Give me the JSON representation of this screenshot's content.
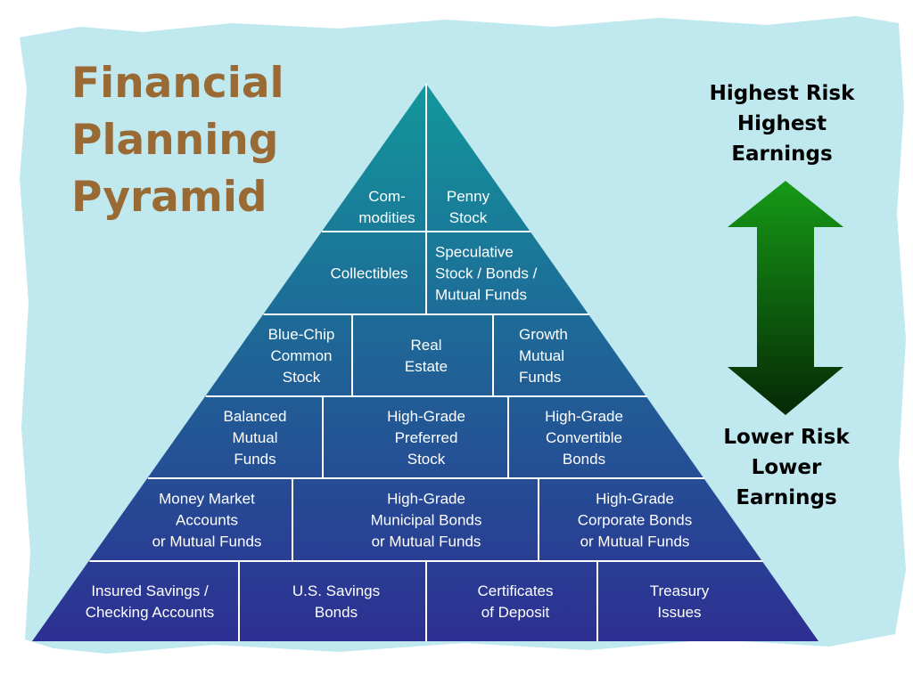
{
  "title": {
    "line1": "Financial",
    "line2": "Planning",
    "line3": "Pyramid"
  },
  "top_label": {
    "line1": "Highest Risk",
    "line2": "Highest",
    "line3": "Earnings"
  },
  "bottom_label": {
    "line1": "Lower Risk",
    "line2": "Lower",
    "line3": "Earnings"
  },
  "colors": {
    "backdrop": "#bfe9ef",
    "title": "#9a6a35",
    "pyramid_top": "#12979b",
    "pyramid_bottom": "#2d2f92",
    "arrow_top": "#169a16",
    "arrow_bottom": "#062806",
    "divider": "#ffffff"
  },
  "pyramid": {
    "tiers": [
      {
        "cells": [
          {
            "name": "commodities",
            "lines": [
              "Com-",
              "modities"
            ]
          },
          {
            "name": "penny-stock",
            "lines": [
              "Penny",
              "Stock"
            ]
          }
        ]
      },
      {
        "cells": [
          {
            "name": "collectibles",
            "lines": [
              "Collectibles"
            ]
          },
          {
            "name": "speculative-stock",
            "lines": [
              "Speculative",
              "Stock / Bonds /",
              "Mutual Funds"
            ]
          }
        ]
      },
      {
        "cells": [
          {
            "name": "blue-chip-common-stock",
            "lines": [
              "Blue-Chip",
              "Common",
              "Stock"
            ]
          },
          {
            "name": "real-estate",
            "lines": [
              "Real",
              "Estate"
            ]
          },
          {
            "name": "growth-mutual-funds",
            "lines": [
              "Growth",
              "Mutual",
              "Funds"
            ]
          }
        ]
      },
      {
        "cells": [
          {
            "name": "balanced-mutual-funds",
            "lines": [
              "Balanced",
              "Mutual",
              "Funds"
            ]
          },
          {
            "name": "high-grade-preferred-stock",
            "lines": [
              "High-Grade",
              "Preferred",
              "Stock"
            ]
          },
          {
            "name": "high-grade-convertible-bonds",
            "lines": [
              "High-Grade",
              "Convertible",
              "Bonds"
            ]
          }
        ]
      },
      {
        "cells": [
          {
            "name": "money-market-accounts",
            "lines": [
              "Money Market",
              "Accounts",
              "or Mutual Funds"
            ]
          },
          {
            "name": "high-grade-municipal-bonds",
            "lines": [
              "High-Grade",
              "Municipal Bonds",
              "or Mutual Funds"
            ]
          },
          {
            "name": "high-grade-corporate-bonds",
            "lines": [
              "High-Grade",
              "Corporate Bonds",
              "or Mutual Funds"
            ]
          }
        ]
      },
      {
        "cells": [
          {
            "name": "insured-savings-checking",
            "lines": [
              "Insured Savings /",
              "Checking Accounts"
            ]
          },
          {
            "name": "us-savings-bonds",
            "lines": [
              "U.S. Savings",
              "Bonds"
            ]
          },
          {
            "name": "certificates-of-deposit",
            "lines": [
              "Certificates",
              "of Deposit"
            ]
          },
          {
            "name": "treasury-issues",
            "lines": [
              "Treasury",
              "Issues"
            ]
          }
        ]
      }
    ]
  }
}
